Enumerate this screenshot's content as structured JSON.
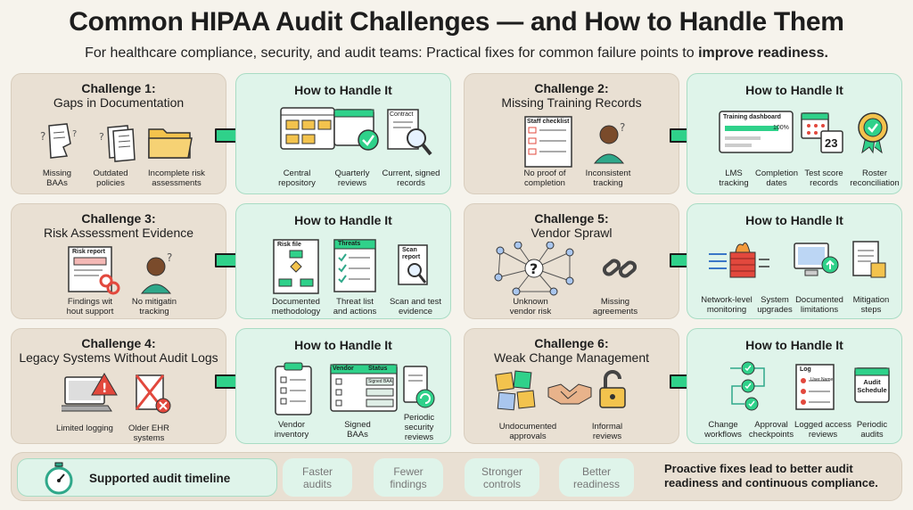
{
  "header": {
    "title": "Common HIPAA Audit Challenges — and How to Handle Them",
    "subtitle_prefix": "For healthcare compliance, security, and audit teams: Practical fixes for common failure points to ",
    "subtitle_emphasis": "improve readiness."
  },
  "fix_heading": "How to Handle It",
  "challenges": [
    {
      "label": "Challenge 1:",
      "name": "Gaps in Documentation",
      "items": [
        "Missing BAAs",
        "Outdated policies",
        "Incomplete risk assessments"
      ],
      "fixes": [
        "Central repository",
        "Quarterly reviews",
        "Current, signed records"
      ],
      "fix_icon_text": [
        "Contract"
      ]
    },
    {
      "label": "Challenge 2:",
      "name": "Missing Training Records",
      "items": [
        "No proof of completion",
        "Inconsistent tracking"
      ],
      "item_icon_text": [
        "Staff checklist"
      ],
      "fixes": [
        "LMS tracking",
        "Completion dates",
        "Test score records",
        "Roster reconciliation"
      ],
      "fix_icon_text": [
        "Training dashboard",
        "100%",
        "23"
      ]
    },
    {
      "label": "Challenge 3:",
      "name": "Risk Assessment Evidence",
      "items": [
        "Findings wit hout support",
        "No mitigatin tracking"
      ],
      "item_icon_text": [
        "Risk report"
      ],
      "fixes": [
        "Documented methodology",
        "Threat list and actions",
        "Scan and test evidence"
      ],
      "fix_icon_text": [
        "Risk file",
        "Threats",
        "Scan report"
      ]
    },
    {
      "label": "Challenge 5:",
      "name": "Vendor Sprawl",
      "items": [
        "Unknown vendor risk",
        "Missing agreements"
      ],
      "fixes": [
        "Network-level monitoring",
        "System upgrades",
        "Documented limitations",
        "Mitigation steps"
      ]
    },
    {
      "label": "Challenge 4:",
      "name": "Legacy Systems Without Audit Logs",
      "items": [
        "Limited logging",
        "Older EHR systems"
      ],
      "fixes": [
        "Vendor inventory",
        "Signed BAAs",
        "Periodic security reviews"
      ],
      "fix_icon_text": [
        "Vendor",
        "Status",
        "Signed BAA"
      ]
    },
    {
      "label": "Challenge 6:",
      "name": "Weak Change Management",
      "items": [
        "Undocumented approvals",
        "Informal reviews"
      ],
      "fixes": [
        "Change workflows",
        "Approval checkpoints",
        "Logged access reviews",
        "Periodic audits"
      ],
      "fix_icon_text": [
        "Log",
        "User Name",
        "Audit Schedule"
      ]
    }
  ],
  "bottom": {
    "main_label": "Supported audit timeline",
    "chips": [
      {
        "l1": "Faster",
        "l2": "audits"
      },
      {
        "l1": "Fewer",
        "l2": "findings"
      },
      {
        "l1": "Stronger",
        "l2": "controls"
      },
      {
        "l1": "Better",
        "l2": "readiness"
      }
    ],
    "closing": "Proactive fixes lead to better audit readiness and continuous compliance."
  },
  "colors": {
    "challenge_panel": "#e9e0d3",
    "fix_panel": "#dff4ea",
    "arrow_green": "#2fd18a",
    "accent_red": "#e2483d",
    "accent_yellow": "#f3c34d"
  }
}
